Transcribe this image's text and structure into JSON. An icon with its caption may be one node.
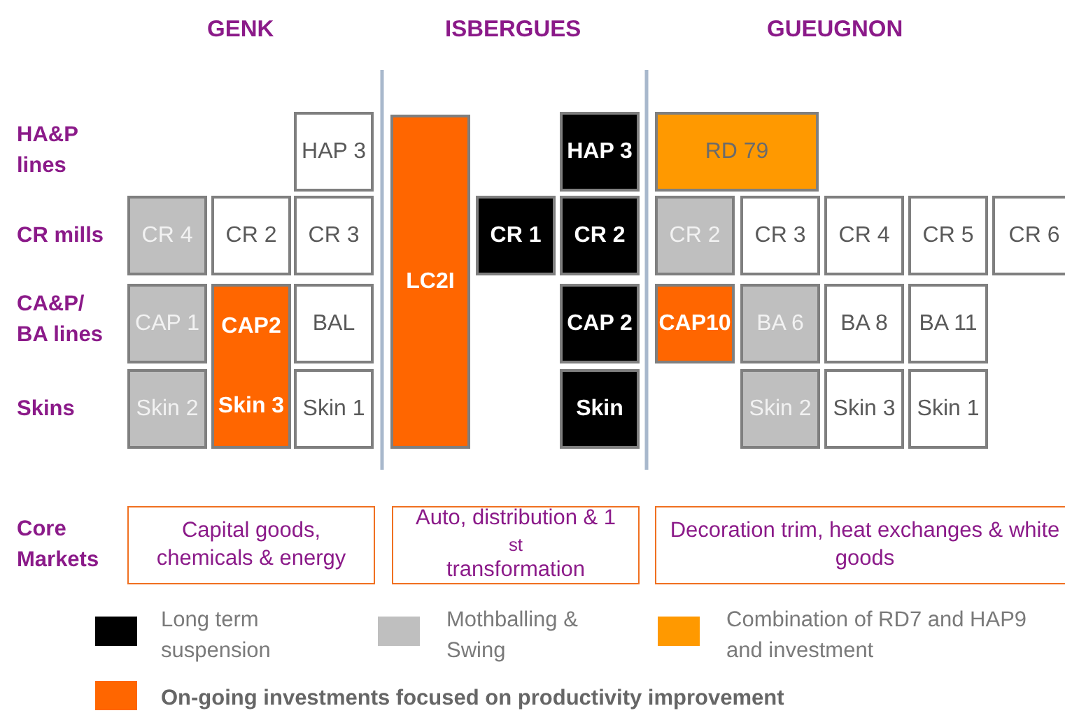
{
  "diagram": {
    "nodes": [
      {
        "text": [
          "HAP 3"
        ]
      },
      {
        "text": [
          "LC2I"
        ]
      },
      {
        "text": [
          "HAP 3"
        ]
      },
      {
        "text": [
          "RD 79"
        ]
      },
      {
        "text": [
          "CR 4"
        ]
      },
      {
        "text": [
          "CR 2"
        ]
      },
      {
        "text": [
          "CR 3"
        ]
      },
      {
        "text": [
          "CR 1"
        ]
      },
      {
        "text": [
          "CR 2"
        ]
      },
      {
        "text": [
          "CR 2"
        ]
      },
      {
        "text": [
          "CR 3"
        ]
      },
      {
        "text": [
          "CR 4"
        ]
      },
      {
        "text": [
          "CR 5"
        ]
      },
      {
        "text": [
          "CR 6"
        ]
      },
      {
        "text": [
          "CAP 1"
        ]
      },
      {
        "text": [
          "CAP2",
          "Skin 3"
        ]
      },
      {
        "text": [
          "BAL"
        ]
      },
      {
        "text": [
          "CAP 2"
        ]
      },
      {
        "text": [
          "CAP10"
        ]
      },
      {
        "text": [
          "BA 6"
        ]
      },
      {
        "text": [
          "BA 8"
        ]
      },
      {
        "text": [
          "BA 11"
        ]
      },
      {
        "text": [
          "Skin 2"
        ]
      },
      {
        "text": [
          "Skin 1"
        ]
      },
      {
        "text": [
          "Skin"
        ]
      },
      {
        "text": [
          "Skin 2"
        ]
      },
      {
        "text": [
          "Skin 3"
        ]
      },
      {
        "text": [
          "Skin 1"
        ]
      },
      {
        "text": [
          "Capital goods, chemicals & energy"
        ]
      },
      {
        "text": [
          "Auto, distribution & 1$^{st}$ transformation"
        ]
      },
      {
        "text": [
          "Decoration trim, heat exchanges & white goods"
        ]
      }
    ],
    "edges": [],
    "labels": [
      "GENK",
      "ISBERGUES",
      "GUEUGNON",
      "HA&P lines",
      "CR mills",
      "CA&P/ BA lines",
      "Skins",
      "Core Markets"
    ],
    "legend": [
      {
        "text": "Long term suspension",
        "color": "#000000"
      },
      {
        "text": "Mothballing & Swing",
        "color": "#bfbfbf"
      },
      {
        "text": "Combination of RD7 and HAP9 and investment",
        "color": "#ff9900"
      },
      {
        "text": "On-going investments focused on productivity improvement",
        "color": "#ff6600"
      }
    ]
  }
}
